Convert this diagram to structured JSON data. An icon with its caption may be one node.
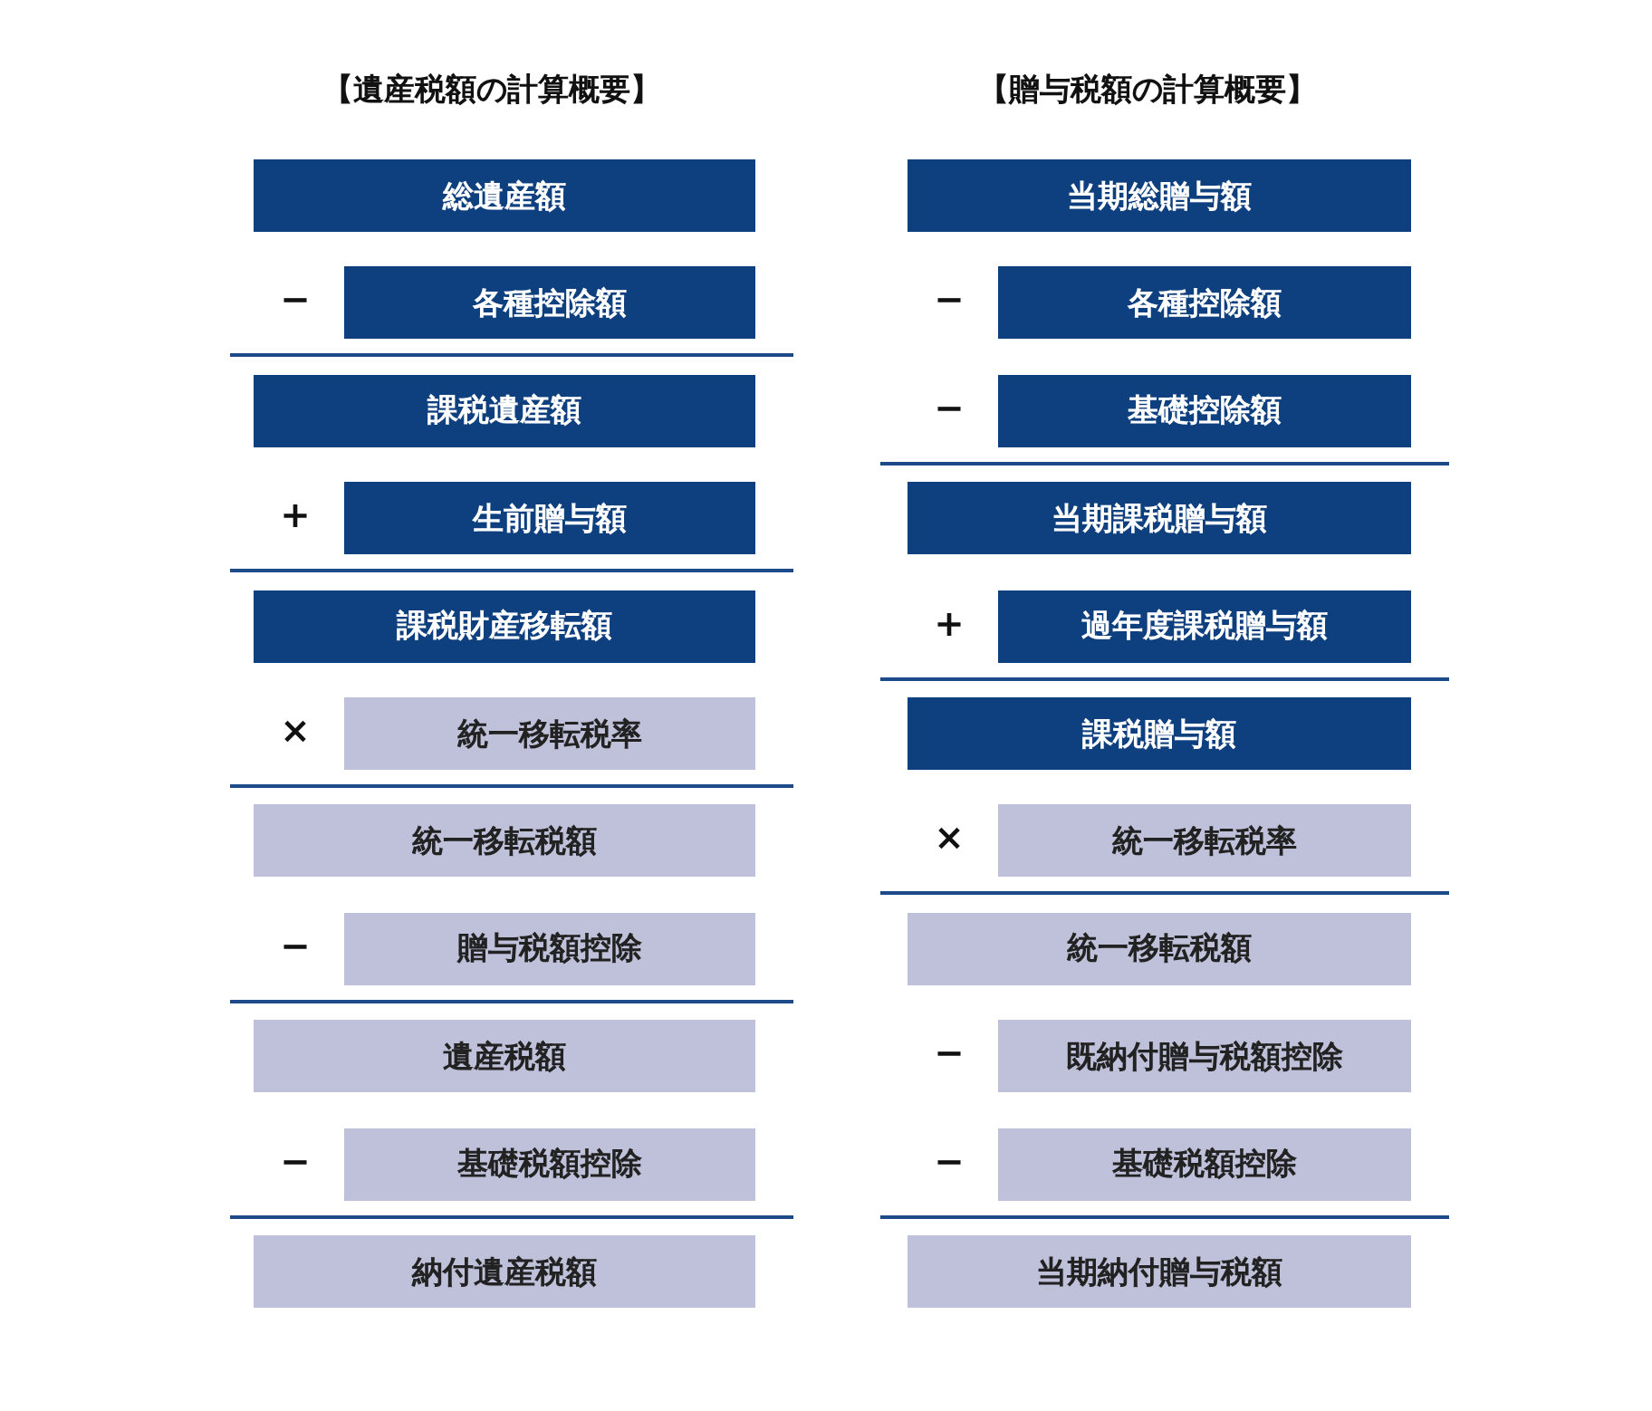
{
  "diagram": {
    "nodes": [
      {
        "text": [
          "総遺産額"
        ]
      },
      {
        "text": [
          "各種控除額"
        ]
      },
      {
        "text": [
          "課税遺産額"
        ]
      },
      {
        "text": [
          "生前贈与額"
        ]
      },
      {
        "text": [
          "課税財産移転額"
        ]
      },
      {
        "text": [
          "統一移転税率"
        ]
      },
      {
        "text": [
          "統一移転税額"
        ]
      },
      {
        "text": [
          "贈与税額控除"
        ]
      },
      {
        "text": [
          "遺産税額"
        ]
      },
      {
        "text": [
          "基礎税額控除"
        ]
      },
      {
        "text": [
          "納付遺産税額"
        ]
      },
      {
        "text": [
          "当期総贈与額"
        ]
      },
      {
        "text": [
          "各種控除額"
        ]
      },
      {
        "text": [
          "基礎控除額"
        ]
      },
      {
        "text": [
          "当期課税贈与額"
        ]
      },
      {
        "text": [
          "過年度課税贈与額"
        ]
      },
      {
        "text": [
          "課税贈与額"
        ]
      },
      {
        "text": [
          "統一移転税率"
        ]
      },
      {
        "text": [
          "統一移転税額"
        ]
      },
      {
        "text": [
          "既納付贈与税額控除"
        ]
      },
      {
        "text": [
          "基礎税額控除"
        ]
      },
      {
        "text": [
          "当期納付贈与税額"
        ]
      }
    ],
    "labels": [
      "【遺産税額の計算概要】",
      "【贈与税額の計算概要】",
      "−",
      "+",
      "×",
      "−",
      "−",
      "−",
      "−",
      "+",
      "×",
      "−",
      "−"
    ]
  }
}
